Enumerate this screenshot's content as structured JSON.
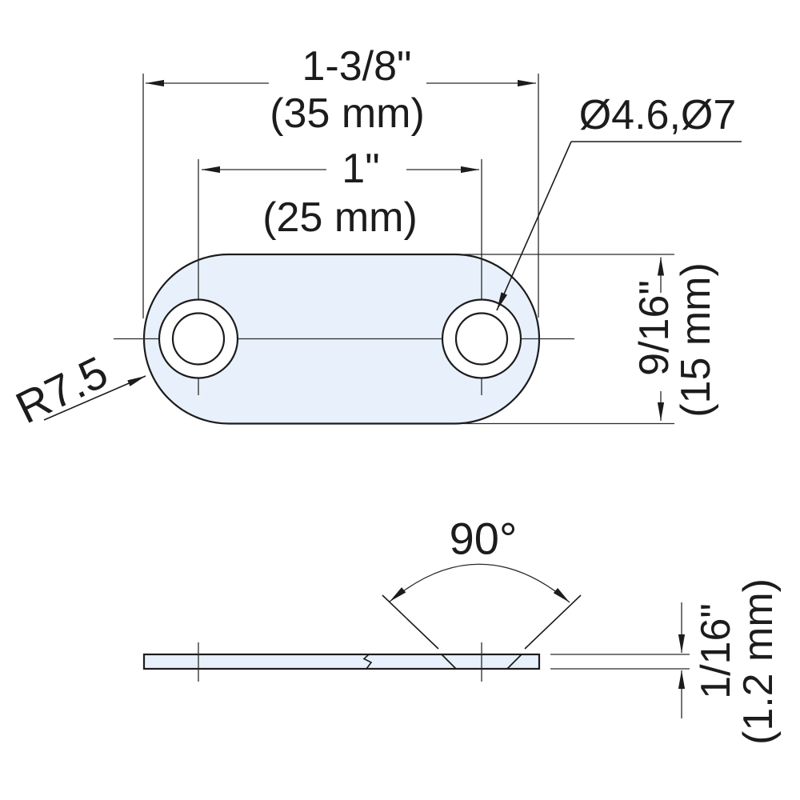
{
  "colors": {
    "plate_fill": "#e8f1fb",
    "line": "#1c1c1c"
  },
  "top_view": {
    "overall_width": {
      "inch": "1-3/8\"",
      "metric": "(35 mm)"
    },
    "hole_spacing": {
      "inch": "1\"",
      "metric": "(25 mm)"
    },
    "overall_height": {
      "inch": "9/16\"",
      "metric": "(15 mm)"
    },
    "hole_diameters": "Ø4.6,Ø7",
    "corner_radius": "R7.5"
  },
  "side_view": {
    "countersink_angle": "90°",
    "thickness": {
      "inch": "1/16\"",
      "metric": "(1.2 mm)"
    }
  }
}
